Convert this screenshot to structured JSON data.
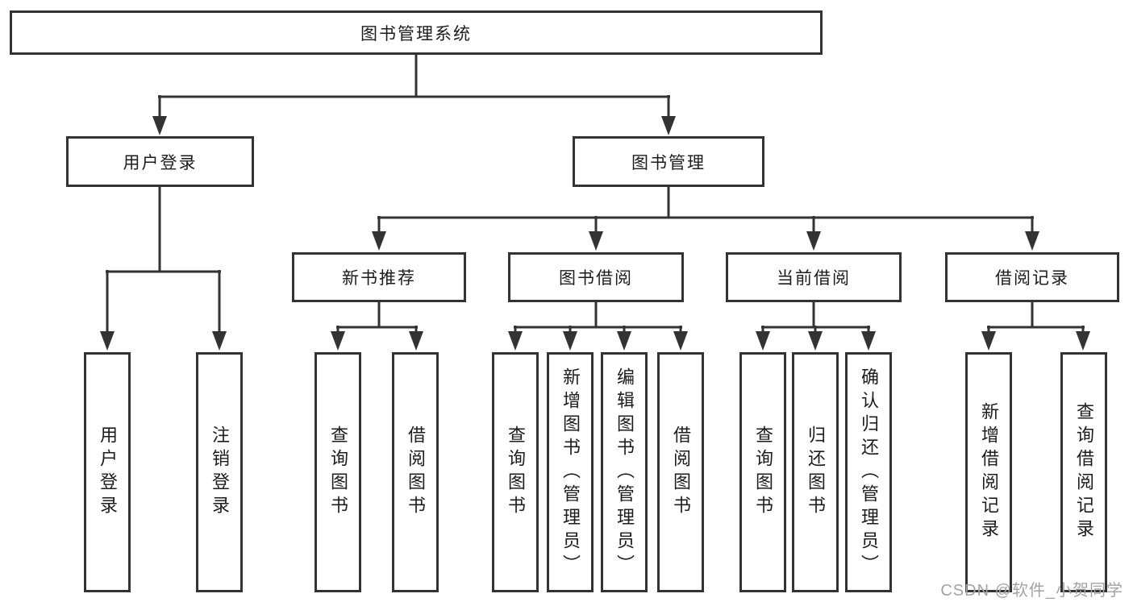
{
  "root": {
    "label": "图书管理系统"
  },
  "level2": [
    {
      "label": "用户登录"
    },
    {
      "label": "图书管理"
    }
  ],
  "level3": [
    {
      "label": "新书推荐"
    },
    {
      "label": "图书借阅"
    },
    {
      "label": "当前借阅"
    },
    {
      "label": "借阅记录"
    }
  ],
  "leaves": [
    {
      "label": "用户登录",
      "parent": "用户登录"
    },
    {
      "label": "注销登录",
      "parent": "用户登录"
    },
    {
      "label": "查询图书",
      "parent": "新书推荐"
    },
    {
      "label": "借阅图书",
      "parent": "新书推荐"
    },
    {
      "label": "查询图书",
      "parent": "图书借阅"
    },
    {
      "label": "新增图书（管理员）",
      "parent": "图书借阅"
    },
    {
      "label": "编辑图书（管理员）",
      "parent": "图书借阅"
    },
    {
      "label": "借阅图书",
      "parent": "图书借阅"
    },
    {
      "label": "查询图书",
      "parent": "当前借阅"
    },
    {
      "label": "归还图书",
      "parent": "当前借阅"
    },
    {
      "label": "确认归还（管理员）",
      "parent": "当前借阅"
    },
    {
      "label": "新增借阅记录",
      "parent": "借阅记录"
    },
    {
      "label": "查询借阅记录",
      "parent": "借阅记录"
    }
  ],
  "watermark": "CSDN @软件_小贺同学",
  "colors": {
    "line": "#333333",
    "text": "#1c1c1c",
    "box_background": "#ffffff",
    "watermark": "#a3a3a3"
  }
}
